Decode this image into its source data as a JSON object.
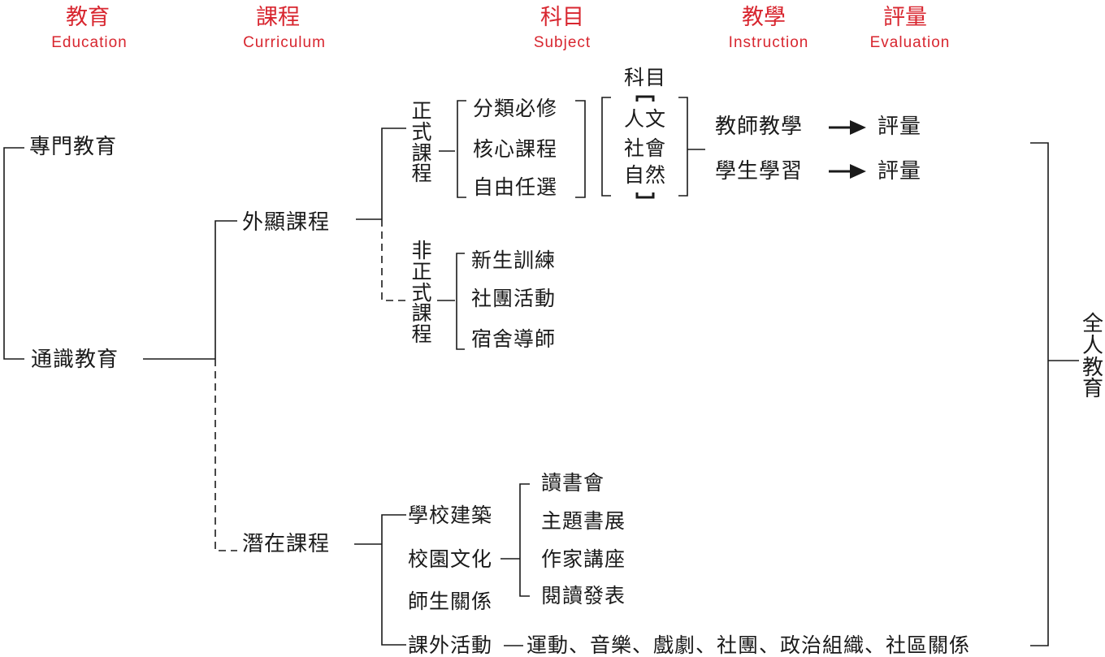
{
  "headers": [
    {
      "zh": "教育",
      "en": "Education"
    },
    {
      "zh": "課程",
      "en": "Curriculum"
    },
    {
      "zh": "科目",
      "en": "Subject"
    },
    {
      "zh": "教學",
      "en": "Instruction"
    },
    {
      "zh": "評量",
      "en": "Evaluation"
    }
  ],
  "education": {
    "professional": "專門教育",
    "general": "通識教育",
    "whole_person": "全人教育"
  },
  "curriculum": {
    "explicit": "外顯課程",
    "hidden": "潛在課程"
  },
  "formal": {
    "label": "正式課程",
    "items": [
      "分類必修",
      "核心課程",
      "自由任選"
    ]
  },
  "subjects": {
    "title": "科目",
    "items": [
      "人文",
      "社會",
      "自然"
    ]
  },
  "instruction": {
    "teacher": "教師教學",
    "student": "學生學習",
    "evaluation": "評量"
  },
  "informal": {
    "label": "非正式課程",
    "items": [
      "新生訓練",
      "社團活動",
      "宿舍導師"
    ]
  },
  "hidden_items": [
    "學校建築",
    "校園文化",
    "師生關係"
  ],
  "culture_items": [
    "讀書會",
    "主題書展",
    "作家講座",
    "閱讀發表"
  ],
  "extracurricular": {
    "label": "課外活動",
    "activities": "運動、音樂、戲劇、社團、政治組織、社區關係"
  }
}
